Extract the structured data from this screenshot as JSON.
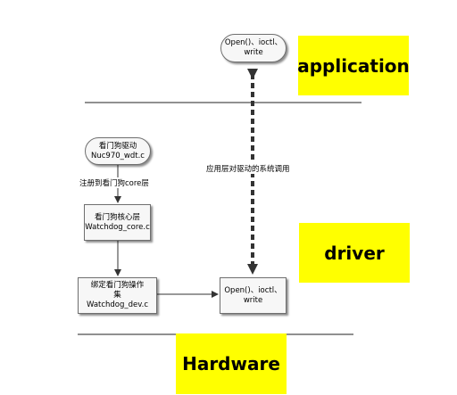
{
  "layers": {
    "application": "application",
    "driver": "driver",
    "hardware": "Hardware",
    "color": "#ffff00"
  },
  "nodes": {
    "app_open": {
      "line1": "Open()、ioctl、",
      "line2": "write"
    },
    "drv_open": {
      "line1": "Open()、ioctl、",
      "line2": "write"
    },
    "watchdog_driver": {
      "line1": "看门狗驱动",
      "line2": "Nuc970_wdt.c"
    },
    "watchdog_core": {
      "line1": "看门狗核心层",
      "line2": "Watchdog_core.c"
    },
    "watchdog_dev": {
      "line1": "绑定看门狗操作",
      "line2": "集",
      "line3": "Watchdog_dev.c"
    }
  },
  "edges": {
    "register_label": "注册到看门狗core层",
    "syscall_label": "应用层对驱动的系统调用"
  }
}
